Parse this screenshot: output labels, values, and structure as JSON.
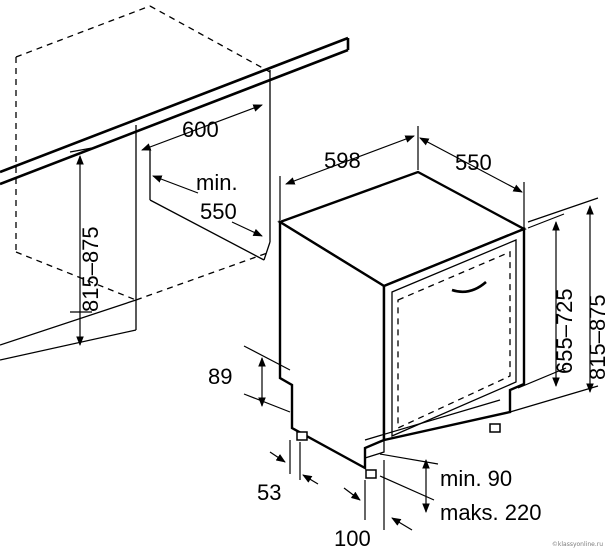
{
  "dimensions": {
    "niche_width": "600",
    "niche_depth_min": "min.",
    "niche_depth_value": "550",
    "niche_height": "815–875",
    "appliance_width": "598",
    "appliance_depth": "550",
    "door_height": "655–725",
    "appliance_height": "815–875",
    "plinth_height": "89",
    "plinth_recess": "53",
    "plinth_clearance_min": "min. 90",
    "plinth_clearance_max": "maks. 220",
    "door_offset": "100"
  },
  "watermark": "©klassyonline.ru",
  "colors": {
    "line": "#000000",
    "background": "#ffffff"
  }
}
